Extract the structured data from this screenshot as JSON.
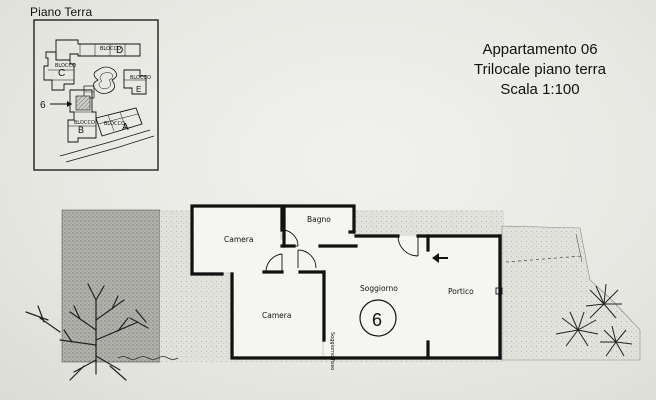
{
  "inset": {
    "title": "Piano Terra",
    "apartment_marker": "6",
    "blocks": [
      {
        "key": "d",
        "letter": "D",
        "small": "BLOCCO"
      },
      {
        "key": "c",
        "letter": "C",
        "small": "BLOCCO"
      },
      {
        "key": "e",
        "letter": "E",
        "small": "BLOCCO"
      },
      {
        "key": "b",
        "letter": "B",
        "small": "BLOCCO"
      },
      {
        "key": "a",
        "letter": "A",
        "small": "BLOCCO"
      }
    ]
  },
  "header": {
    "line1": "Appartamento 06",
    "line2": "Trilocale piano terra",
    "line3": "Scala 1:100"
  },
  "plan": {
    "apartment_number": "6",
    "rooms": {
      "camera_top": "Camera",
      "bagno": "Bagno",
      "camera_bottom": "Camera",
      "soggiorno": "Soggiorno",
      "portico": "Portico",
      "small_note": "Soggiorno fisso"
    },
    "entrance_icon": "arrow-left-icon"
  },
  "colors": {
    "background": "#e9e9e4",
    "ink": "#111111",
    "garden": "#a9a9a4"
  }
}
